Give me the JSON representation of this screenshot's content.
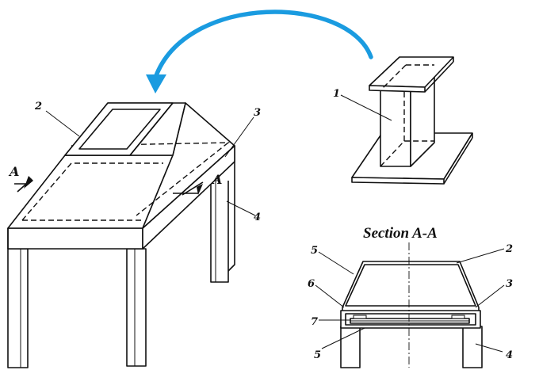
{
  "diagram": {
    "section_title": "Section A-A",
    "section_marker": "A",
    "parts": {
      "beam": "1",
      "top_frame": "2",
      "hopper_edge": "3",
      "legs": "4",
      "plate": "5",
      "side_wall": "6",
      "inner_layer": "7"
    },
    "arrow_color": "#1a9be0"
  }
}
